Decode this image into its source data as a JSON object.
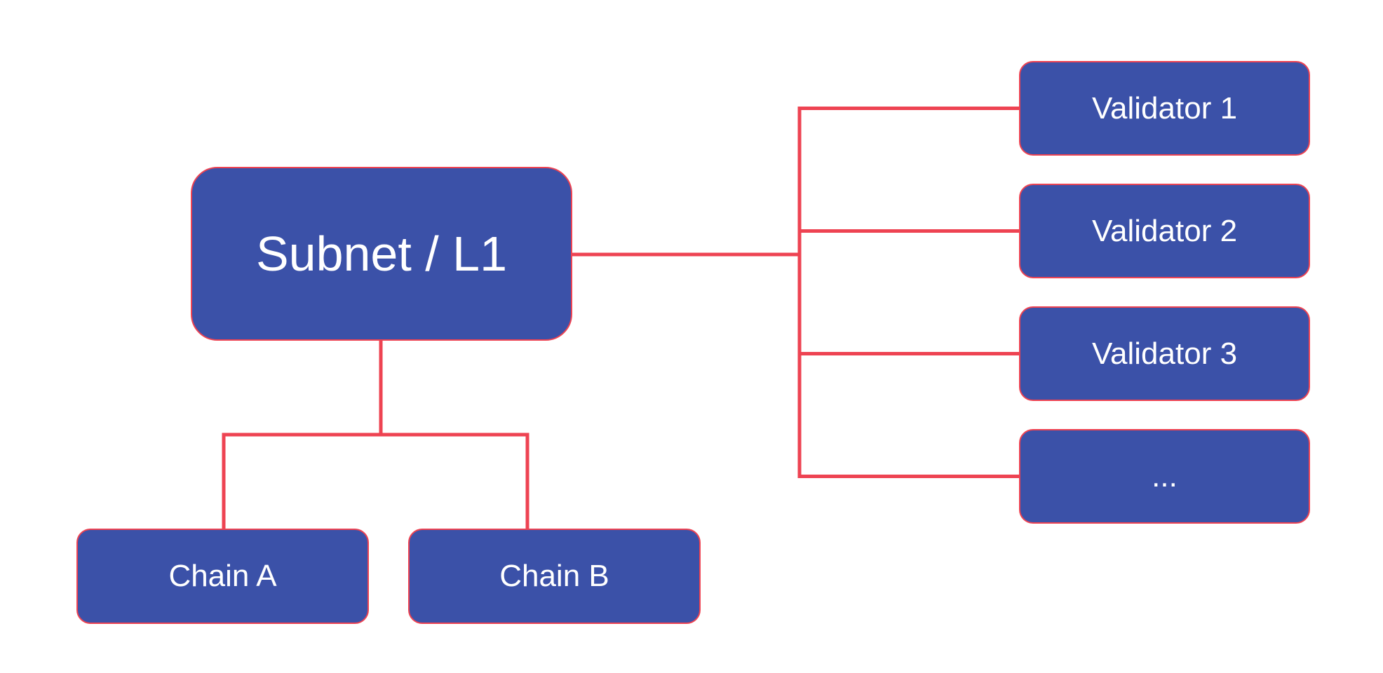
{
  "diagram": {
    "type": "tree",
    "description": "Subnet / L1 topology diagram linking one subnet node to two chains and a list of validators",
    "colors": {
      "page_bg": "#ffffff",
      "node_fill": "#3b51a8",
      "node_border": "#ee4352",
      "connector": "#ee4352",
      "node_text": "#ffffff"
    },
    "nodes": {
      "subnet": {
        "label": "Subnet / L1"
      },
      "chain_a": {
        "label": "Chain A"
      },
      "chain_b": {
        "label": "Chain B"
      },
      "validator_1": {
        "label": "Validator 1"
      },
      "validator_2": {
        "label": "Validator 2"
      },
      "validator_3": {
        "label": "Validator 3"
      },
      "validator_more": {
        "label": "..."
      }
    },
    "edges": [
      {
        "from": "Subnet / L1",
        "to": "Validator 1"
      },
      {
        "from": "Subnet / L1",
        "to": "Validator 2"
      },
      {
        "from": "Subnet / L1",
        "to": "Validator 3"
      },
      {
        "from": "Subnet / L1",
        "to": "..."
      },
      {
        "from": "Subnet / L1",
        "to": "Chain A"
      },
      {
        "from": "Subnet / L1",
        "to": "Chain B"
      }
    ]
  }
}
